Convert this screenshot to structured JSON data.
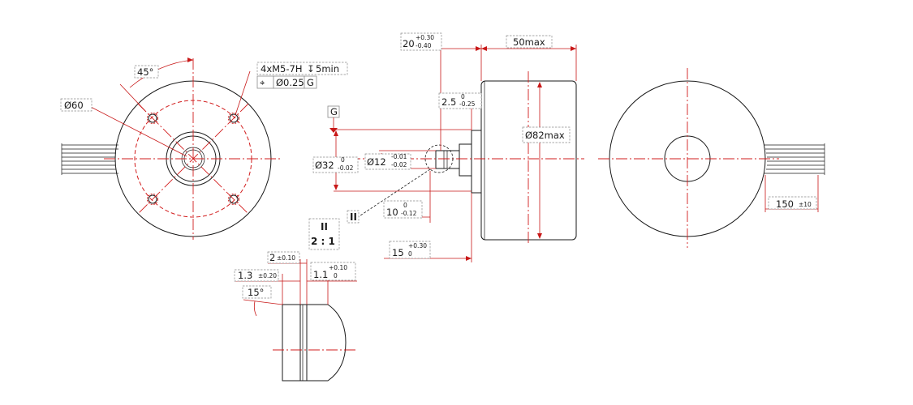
{
  "front_view": {
    "angle_label": "45°",
    "pcd_label": "Ø60",
    "thread_note": "4xM5-7H",
    "depth_symbol": "↧",
    "depth_note": "5min",
    "position_symbol": "⌖",
    "position_tolerance": "Ø0.25",
    "position_datum": "G"
  },
  "side_view": {
    "datum_g": "G",
    "length_nominal": "20",
    "length_upper": "+0.30",
    "length_lower": "-0.40",
    "body_length": "50max",
    "flange_nominal": "2.5",
    "flange_upper": "0",
    "flange_lower": "-0.25",
    "body_diameter": "Ø82max",
    "pilot_nominal": "Ø32",
    "pilot_upper": "0",
    "pilot_lower": "-0.02",
    "shaft_nominal": "Ø12",
    "shaft_upper": "-0.01",
    "shaft_lower": "-0.02",
    "flat_nominal": "10",
    "flat_upper": "0",
    "flat_lower": "-0.12",
    "shaft_len_nominal": "15",
    "shaft_len_upper": "+0.30",
    "shaft_len_lower": "0",
    "detail_ref": "II"
  },
  "detail_view": {
    "title": "II",
    "scale": "2 : 1",
    "groove_nominal": "2",
    "groove_tol": "±0.10",
    "offset_nominal": "1.3",
    "offset_tol": "±0.20",
    "depth_nominal": "1.1",
    "depth_upper": "+0.10",
    "depth_lower": "0",
    "chamfer_angle": "15°"
  },
  "rear_view": {
    "cable_length": "150",
    "cable_tol": "±10"
  },
  "colors": {
    "outline": "#1a1a1a",
    "dimension": "#c81818",
    "center_line": "#d21c1c",
    "label_border": "#8a8a8a"
  }
}
